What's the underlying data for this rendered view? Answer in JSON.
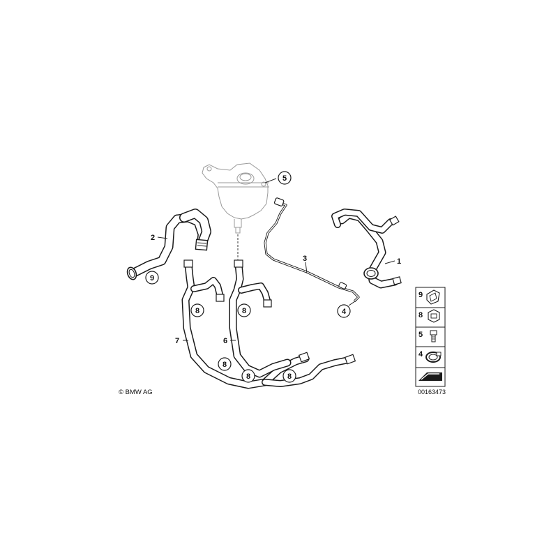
{
  "callouts": {
    "c1": "1",
    "c2": "2",
    "c3": "3",
    "c4": "4",
    "c5": "5",
    "c6": "6",
    "c7": "7",
    "c8a": "8",
    "c8b": "8",
    "c8c": "8",
    "c8d": "8",
    "c8e": "8",
    "c9": "9"
  },
  "legend": {
    "items": [
      "9",
      "8",
      "5",
      "4"
    ]
  },
  "copyright": "© BMW AG",
  "diagram_number": "00163473"
}
